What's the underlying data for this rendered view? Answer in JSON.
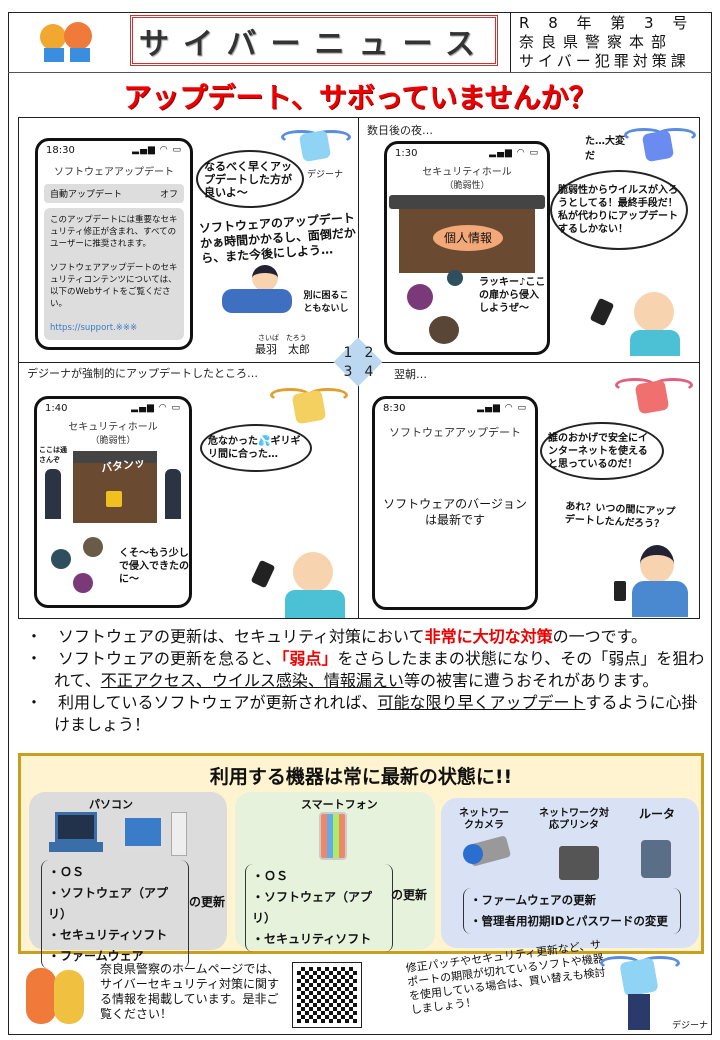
{
  "header": {
    "title": "サイバーニュース",
    "issue": "R 8 年 第 3 号",
    "org": "奈良県警察本部",
    "dept": "サイバー犯罪対策課"
  },
  "headline": "アップデート、サボっていませんか？",
  "comic": {
    "panel1": {
      "number": "1",
      "phone_time": "18:30",
      "phone_title": "ソフトウェアアップデート",
      "auto_update_label": "自動アップデート",
      "auto_update_value": "オフ",
      "notice1": "このアップデートには重要なセキュリティ修正が含まれ、すべてのユーザーに推奨されます。",
      "notice2": "ソフトウェアアップデートのセキュリティコンテンツについては、以下のWebサイトをご覧ください。",
      "link": "https://support.※※※",
      "bubble": "なるべく早くアップデートした方が良いよ～",
      "mascot_name": "デジーナ",
      "thought": "ソフトウェアのアップデートかぁ時間かかるし、面倒だから、また今後にしよう…",
      "aside": "別に困ることもないし",
      "name_ruby": "さいば　たろう",
      "name": "最羽　太郎"
    },
    "panel2": {
      "number": "2",
      "caption": "数日後の夜…",
      "phone_time": "1:30",
      "phone_title": "セキュリティホール",
      "phone_sub": "（脆弱性）",
      "gate_label": "個人情報",
      "virus_say": "ラッキー♪ここの扉から侵入しようぜ～",
      "mascot_say": "た…大変だ",
      "bubble": "脆弱性からウイルスが入ろうとしてる！最終手段だ！私が代わりにアップデートするしかない！"
    },
    "panel3": {
      "number": "3",
      "caption": "デジーナが強制的にアップデートしたところ…",
      "phone_time": "1:40",
      "phone_title": "セキュリティホール",
      "phone_sub": "（脆弱性）",
      "guard_say": "ここは通さんぞ",
      "sfx": "バタンッ",
      "virus_say": "くそ～もう少しで侵入できたのに～",
      "bubble": "危なかった💦ギリギリ間に合った…"
    },
    "panel4": {
      "number": "4",
      "caption": "翌朝…",
      "phone_time": "8:30",
      "phone_title": "ソフトウェアアップデート",
      "phone_msg": "ソフトウェアのバージョンは最新です",
      "bubble": "誰のおかげで安全にインターネットを使えると思っているのだ！",
      "boy_say": "あれ？いつの間にアップデートしたんだろう？"
    }
  },
  "bullets": {
    "b1_pre": "・　ソフトウェアの更新は、セキュリティ対策において",
    "b1_red": "非常に大切な対策",
    "b1_post": "の一つです。",
    "b2_pre": "・　ソフトウェアの更新を怠ると、",
    "b2_red": "「弱点」",
    "b2_mid": "をさらしたままの状態になり、その「弱点」を狙われて、",
    "b2_u": "不正アクセス、ウイルス感染、情報漏えい",
    "b2_post": "等の被害に遭うおそれがあります。",
    "b3_pre": "・　利用しているソフトウェアが更新されれば、",
    "b3_u": "可能な限り早くアップデート",
    "b3_post": "するように心掛けましょう！"
  },
  "devices": {
    "title": "利用する機器は常に最新の状態に!!",
    "pc": {
      "label": "パソコン",
      "items": [
        "・ＯＳ",
        "・ソフトウェア（アプリ）",
        "・セキュリティソフト",
        "・ファームウェア"
      ],
      "suffix": "の更新"
    },
    "smartphone": {
      "label": "スマートフォン",
      "items": [
        "・ＯＳ",
        "・ソフトウェア（アプリ）",
        "・セキュリティソフト"
      ],
      "suffix": "の更新"
    },
    "iot": {
      "labels": [
        "ネットワークカメラ",
        "ネットワーク対応プリンタ",
        "ルータ"
      ],
      "items": [
        "・ファームウェアの更新",
        "・管理者用初期IDとパスワードの変更"
      ]
    }
  },
  "footer": {
    "homepage": "奈良県警察のホームページでは、サイバーセキュリティ対策に関する情報を掲載しています。是非ご覧ください！",
    "advice": "修正パッチやセキュリティ更新など、サポートの期限が切れているソフトや機器を使用している場合は、買い替えも検討しましょう！",
    "mascot_name": "デジーナ"
  },
  "colors": {
    "accent_red": "#e00000",
    "box_border": "#c8a020",
    "box_bg": "#fff4cf",
    "pc_bg": "#dcdcdc",
    "phone_bg": "#e6f2dc",
    "iot_bg": "#d8e2f4"
  }
}
